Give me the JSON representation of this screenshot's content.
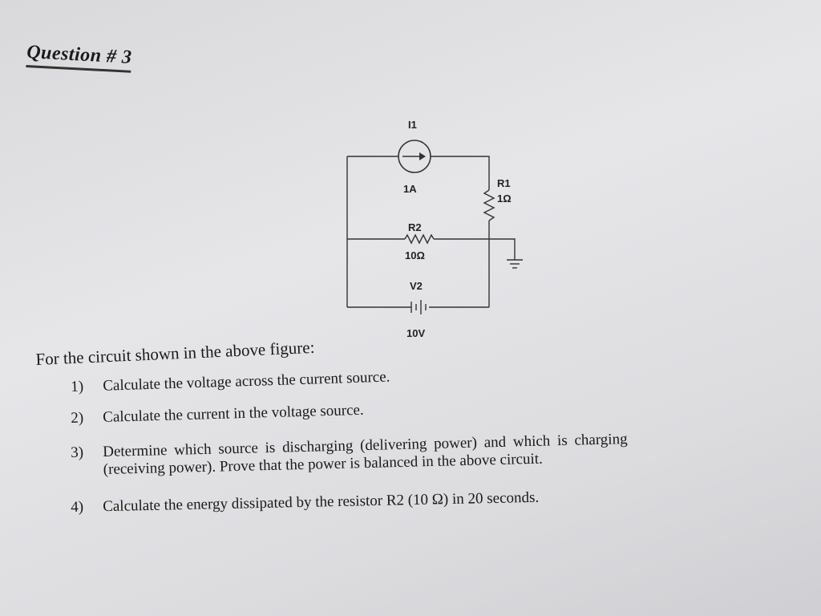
{
  "title": "Question # 3",
  "circuit": {
    "i1_name": "I1",
    "i1_value": "1A",
    "r1_name": "R1",
    "r1_value": "1Ω",
    "r2_name": "R2",
    "r2_value": "10Ω",
    "v2_name": "V2",
    "v2_value": "10V"
  },
  "intro": "For the circuit shown in the above figure:",
  "questions": [
    {
      "num": "1)",
      "text": "Calculate the voltage across the current source."
    },
    {
      "num": "2)",
      "text": "Calculate the current in the voltage source."
    },
    {
      "num": "3)",
      "text": "Determine which source is discharging (delivering power) and which is charging",
      "text2": "(receiving power). Prove that the power is balanced in the above circuit."
    },
    {
      "num": "4)",
      "text": "Calculate the energy dissipated by the resistor R2 (10 Ω) in 20 seconds."
    }
  ]
}
